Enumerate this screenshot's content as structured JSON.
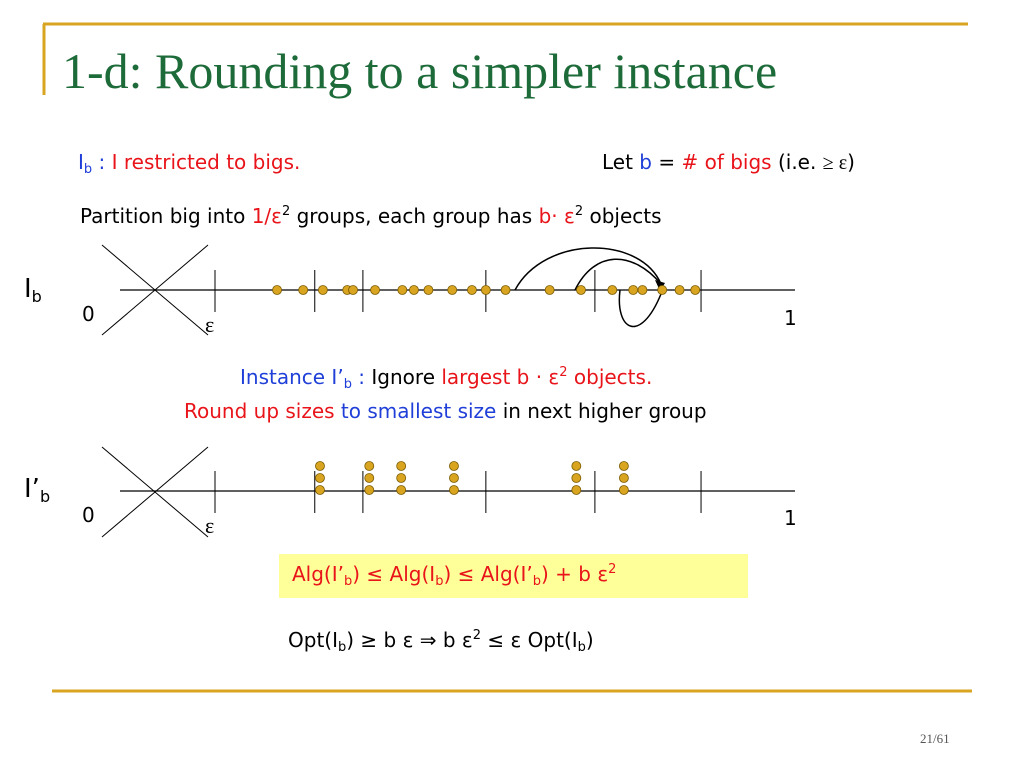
{
  "slide": {
    "title": "1-d: Rounding to a simpler instance",
    "line1_left": {
      "I": "I",
      "b": "b",
      "colon": " :",
      "text": " I restricted to bigs."
    },
    "line1_right": {
      "let": "Let ",
      "b": "b",
      "eq": " = ",
      "bigs": "# of bigs",
      "paren": " (i.e. ",
      "ge": "≥",
      "eps": " ε",
      "close": ")"
    },
    "line2": {
      "p1": "Partition big into ",
      "frac": "1/ε",
      "sq": "2",
      "p2": " groups,  each group has  ",
      "bdot": "b· ε",
      "sq2": "2",
      "p3": " objects"
    },
    "axis1": {
      "label": "I",
      "sub": "b",
      "zero": "0",
      "one": "1",
      "eps": "ε"
    },
    "instance": {
      "a": "Instance I’",
      "b": "b",
      "c": " :  ",
      "d": "Ignore ",
      "e": "largest b · ε",
      "f": "2",
      "g": " objects."
    },
    "round": {
      "a": "Round up sizes",
      "b": " to smallest ",
      "c": "size",
      "d": " in next higher group"
    },
    "axis2": {
      "label": "I’",
      "sub": "b",
      "zero": "0",
      "one": "1",
      "eps": "ε"
    },
    "ineq": {
      "a": "Alg(I’",
      "b": "b",
      "c": ") ≤ Alg(I",
      "d": "b",
      "e": ") ≤ Alg(I’",
      "f": "b",
      "g": ") + b ε",
      "h": "2"
    },
    "opt": {
      "a": "Opt(I",
      "b": "b",
      "c": ") ≥ b ε  ⇒  b ε",
      "d": "2",
      "e": " ≤ ε Opt(I",
      "f": "b",
      "g": ")"
    },
    "page": "21/61"
  },
  "colors": {
    "title": "#1e6b3a",
    "accent_line": "#d9a521",
    "dot": "#d9a521",
    "blue": "#1f3fd8",
    "red": "#e8141a",
    "highlight": "#ffff99"
  },
  "axis1_dots": [
    0.107,
    0.152,
    0.186,
    0.228,
    0.238,
    0.276,
    0.323,
    0.343,
    0.368,
    0.409,
    0.443,
    0.467,
    0.501,
    0.577,
    0.631,
    0.685,
    0.721,
    0.737,
    0.771,
    0.801,
    0.828
  ],
  "axis1_ticks": [
    0.0,
    0.172,
    0.255,
    0.467,
    0.655,
    0.838
  ],
  "axis2_stacks": [
    0.181,
    0.266,
    0.321,
    0.412,
    0.623,
    0.705
  ],
  "axis2_ticks": [
    0.0,
    0.172,
    0.255,
    0.467,
    0.655,
    0.838
  ]
}
